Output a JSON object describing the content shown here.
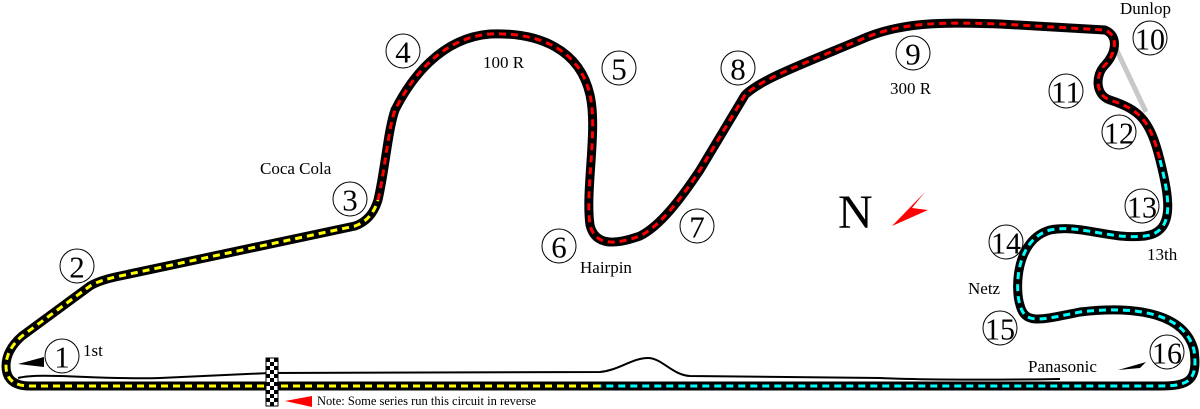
{
  "colors": {
    "track": "#000000",
    "sector1": "#ffff00",
    "sector2": "#ff0000",
    "sector3": "#00ffff",
    "shortcut": "#c8c8c8",
    "arrow": "#ff0000"
  },
  "corners": [
    "1",
    "2",
    "3",
    "4",
    "5",
    "6",
    "7",
    "8",
    "9",
    "10",
    "11",
    "12",
    "13",
    "14",
    "15",
    "16"
  ],
  "labels": {
    "first": "1st",
    "coca_cola": "Coca Cola",
    "r100": "100 R",
    "hairpin": "Hairpin",
    "r300": "300 R",
    "dunlop": "Dunlop",
    "thirteenth": "13th",
    "netz": "Netz",
    "panasonic": "Panasonic"
  },
  "north": "N",
  "note": "Note: Some series run this circuit in reverse"
}
